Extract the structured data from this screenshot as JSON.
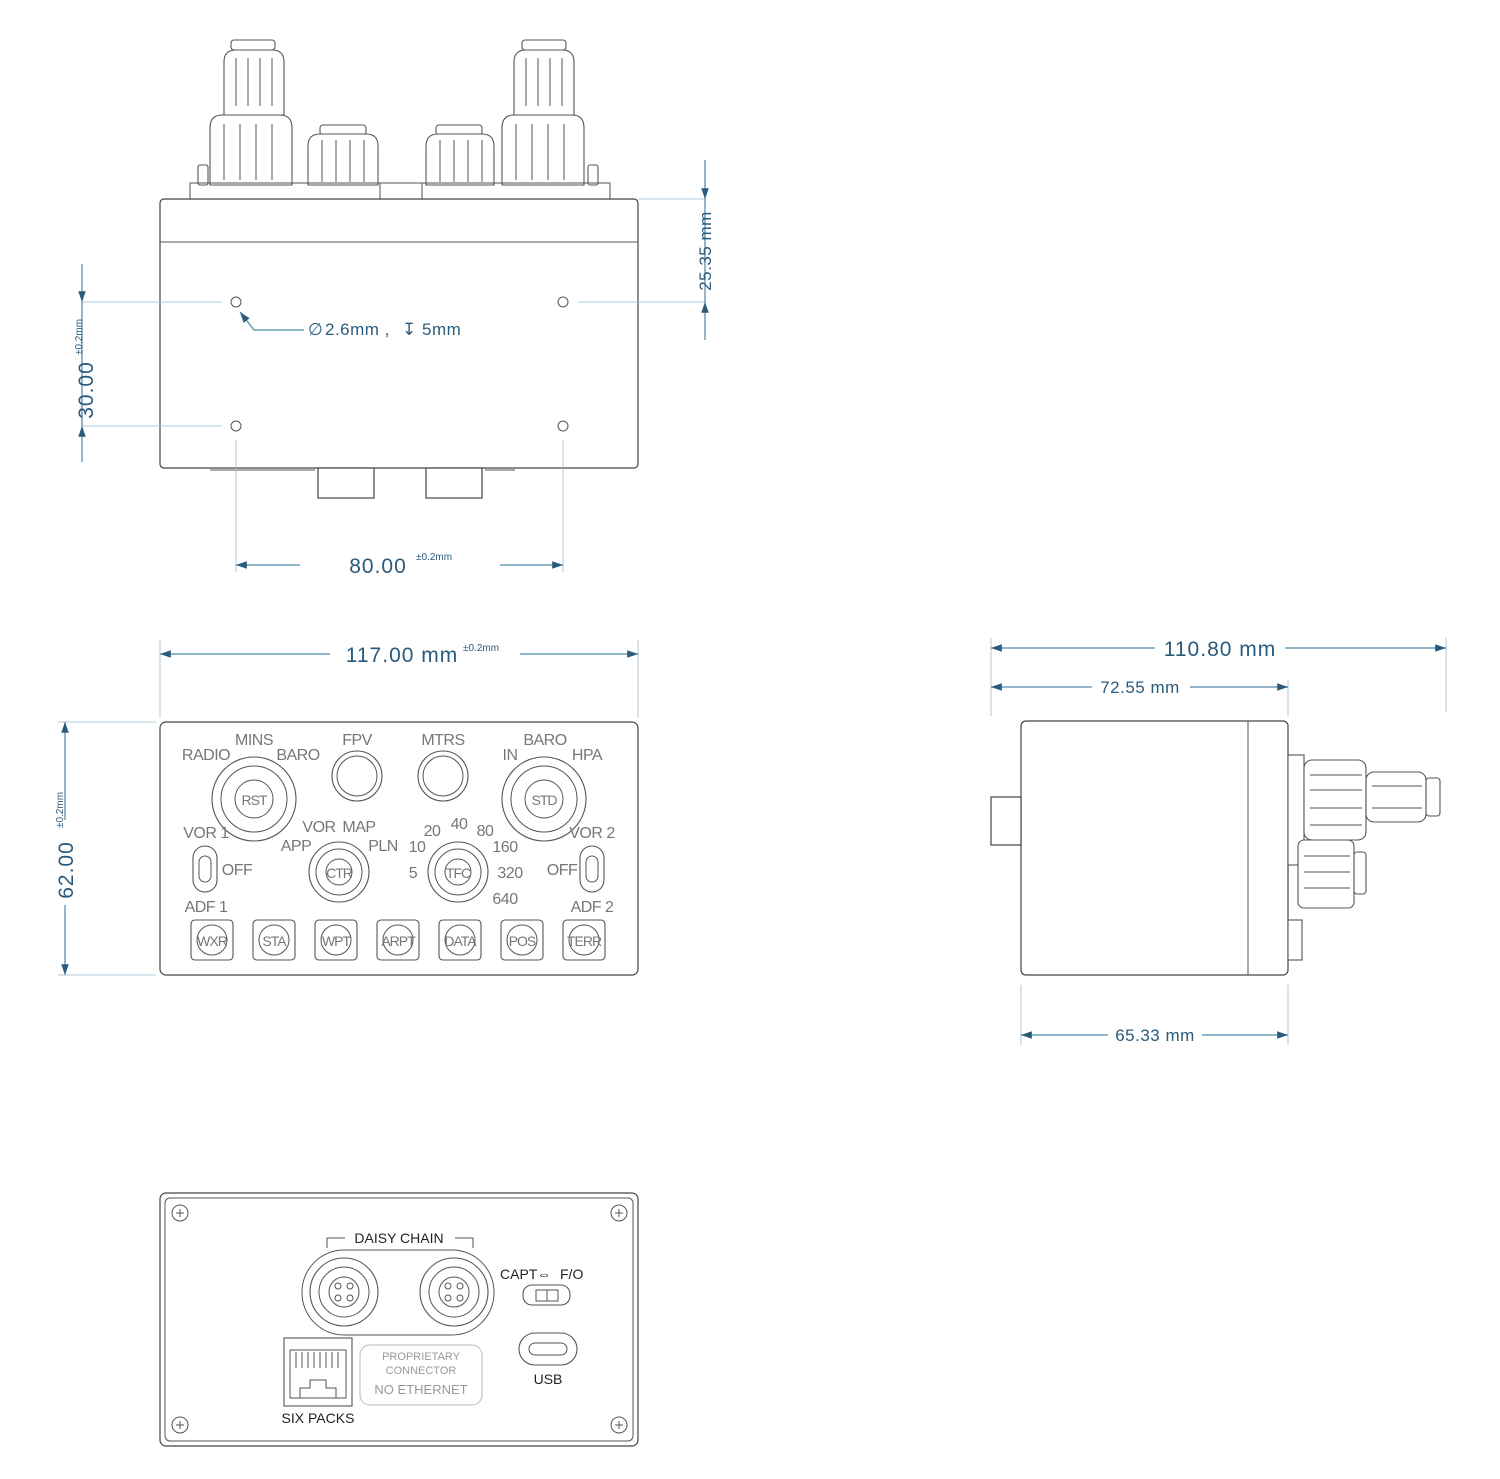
{
  "top_view": {
    "dim_height": "25.35 mm",
    "dim_holes_vertical": "30.00",
    "dim_holes_vertical_tol": "±0.2mm",
    "dim_holes_horizontal": "80.00",
    "dim_holes_horizontal_tol": "±0.2mm",
    "hole_spec_diameter": "2.6mm ,",
    "hole_spec_depth": "5mm"
  },
  "front_view": {
    "dim_width": "117.00 mm",
    "dim_width_tol": "±0.2mm",
    "dim_height": "62.00",
    "dim_height_tol": "±0.2mm",
    "labels": {
      "radio": "RADIO",
      "mins": "MINS",
      "baro_left": "BARO",
      "fpv": "FPV",
      "mtrs": "MTRS",
      "in": "IN",
      "baro_right": "BARO",
      "hpa": "HPA",
      "rst": "RST",
      "std": "STD",
      "vor1": "VOR 1",
      "off_left": "OFF",
      "adf1": "ADF 1",
      "vor2": "VOR 2",
      "off_right": "OFF",
      "adf2": "ADF 2",
      "app": "APP",
      "vor": "VOR",
      "map": "MAP",
      "pln": "PLN",
      "ctr": "CTR",
      "r10": "10",
      "r20": "20",
      "r40": "40",
      "r80": "80",
      "r160": "160",
      "r5": "5",
      "tfc": "TFC",
      "r320": "320",
      "r640": "640"
    },
    "buttons": [
      "WXR",
      "STA",
      "WPT",
      "ARPT",
      "DATA",
      "POS",
      "TERR"
    ]
  },
  "side_view": {
    "dim_total": "110.80 mm",
    "dim_body": "72.55 mm",
    "dim_lower": "65.33 mm"
  },
  "back_view": {
    "daisy_chain": "DAISY CHAIN",
    "capt": "CAPT",
    "fo": "F/O",
    "usb": "USB",
    "six_packs": "SIX PACKS",
    "proprietary_1": "PROPRIETARY",
    "proprietary_2": "CONNECTOR",
    "no_ethernet": "NO ETHERNET"
  }
}
